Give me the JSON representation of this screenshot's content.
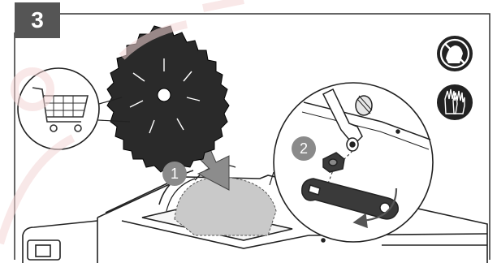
{
  "step": {
    "number": "3"
  },
  "callouts": [
    {
      "number": "1"
    },
    {
      "number": "2"
    }
  ],
  "icons": {
    "shopping_cart": "shopping-cart-icon",
    "no_bare_hands": "no-bare-hands-icon",
    "wear_gloves": "wear-gloves-icon"
  },
  "colors": {
    "badge": "#555555",
    "callout": "#8a8a8a",
    "line_art": "#1a1a1a",
    "watermark": "#f4d6d6"
  }
}
